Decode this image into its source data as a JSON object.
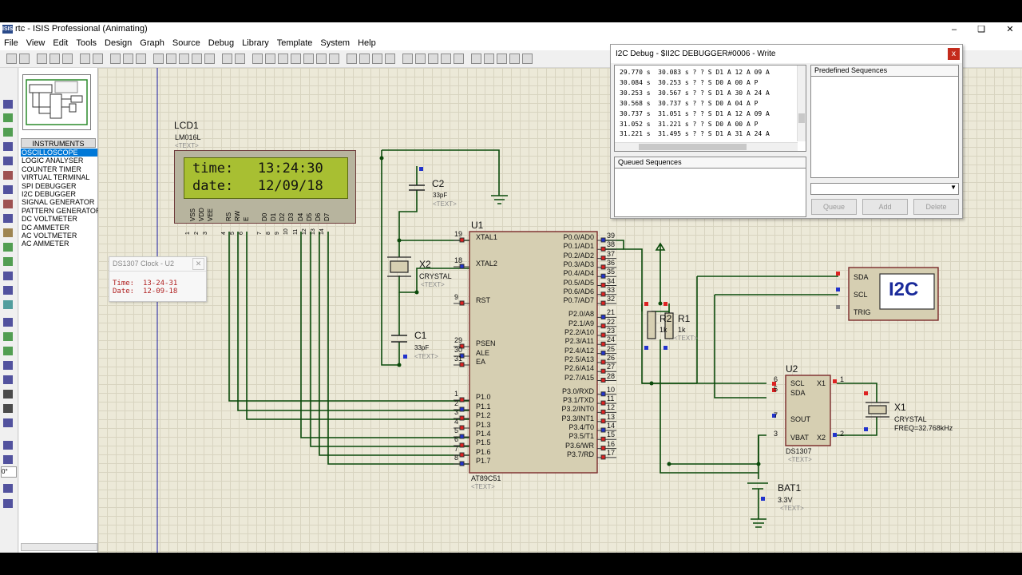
{
  "window": {
    "title": "rtc - ISIS Professional (Animating)",
    "app_icon_text": "ISIS"
  },
  "menu": [
    "File",
    "View",
    "Edit",
    "Tools",
    "Design",
    "Graph",
    "Source",
    "Debug",
    "Library",
    "Template",
    "System",
    "Help"
  ],
  "instruments": {
    "header": "INSTRUMENTS",
    "items": [
      "OSCILLOSCOPE",
      "LOGIC ANALYSER",
      "COUNTER TIMER",
      "VIRTUAL TERMINAL",
      "SPI DEBUGGER",
      "I2C DEBUGGER",
      "SIGNAL GENERATOR",
      "PATTERN GENERATOR",
      "DC VOLTMETER",
      "DC AMMETER",
      "AC VOLTMETER",
      "AC AMMETER"
    ],
    "selected": "OSCILLOSCOPE"
  },
  "rotation_field": "0°",
  "lcd": {
    "ref": "LCD1",
    "part": "LM016L",
    "text_tag": "<TEXT>",
    "line1": "time:   13:24:30",
    "line2": "date:   12/09/18",
    "pins": [
      "VSS",
      "VDD",
      "VEE",
      "RS",
      "RW",
      "E",
      "D0",
      "D1",
      "D2",
      "D3",
      "D4",
      "D5",
      "D6",
      "D7"
    ],
    "pin_numbers": [
      "1",
      "2",
      "3",
      "4",
      "5",
      "6",
      "7",
      "8",
      "9",
      "10",
      "11",
      "12",
      "13",
      "14"
    ]
  },
  "clock_popup": {
    "title": "DS1307 Clock - U2",
    "time_label": "Time:",
    "time": "13-24-31",
    "date_label": "Date:",
    "date": "12-09-18"
  },
  "i2c_debug": {
    "title": "I2C Debug - $II2C DEBUGGER#0006 - Write",
    "close": "x",
    "log": [
      "29.770 s  30.083 s ? ? S D1 A 12 A 09 A",
      "30.084 s  30.253 s ? ? S D0 A 00 A P",
      "30.253 s  30.567 s ? ? S D1 A 30 A 24 A",
      "30.568 s  30.737 s ? ? S D0 A 04 A P",
      "30.737 s  31.051 s ? ? S D1 A 12 A 09 A",
      "31.052 s  31.221 s ? ? S D0 A 00 A P",
      "31.221 s  31.495 s ? ? S D1 A 31 A 24 A"
    ],
    "predefined_header": "Predefined Sequences",
    "queued_header": "Queued Sequences",
    "buttons": {
      "queue": "Queue",
      "add": "Add",
      "delete": "Delete"
    }
  },
  "u1": {
    "ref": "U1",
    "part": "AT89C51",
    "text_tag": "<TEXT>",
    "left_pins": [
      {
        "num": "19",
        "name": "XTAL1"
      },
      {
        "num": "18",
        "name": "XTAL2"
      },
      {
        "num": "9",
        "name": "RST"
      },
      {
        "num": "29",
        "name": "PSEN"
      },
      {
        "num": "30",
        "name": "ALE"
      },
      {
        "num": "31",
        "name": "EA"
      },
      {
        "num": "1",
        "name": "P1.0"
      },
      {
        "num": "2",
        "name": "P1.1"
      },
      {
        "num": "3",
        "name": "P1.2"
      },
      {
        "num": "4",
        "name": "P1.3"
      },
      {
        "num": "5",
        "name": "P1.4"
      },
      {
        "num": "6",
        "name": "P1.5"
      },
      {
        "num": "7",
        "name": "P1.6"
      },
      {
        "num": "8",
        "name": "P1.7"
      }
    ],
    "right_pins": [
      {
        "num": "39",
        "name": "P0.0/AD0"
      },
      {
        "num": "38",
        "name": "P0.1/AD1"
      },
      {
        "num": "37",
        "name": "P0.2/AD2"
      },
      {
        "num": "36",
        "name": "P0.3/AD3"
      },
      {
        "num": "35",
        "name": "P0.4/AD4"
      },
      {
        "num": "34",
        "name": "P0.5/AD5"
      },
      {
        "num": "33",
        "name": "P0.6/AD6"
      },
      {
        "num": "32",
        "name": "P0.7/AD7"
      },
      {
        "num": "21",
        "name": "P2.0/A8"
      },
      {
        "num": "22",
        "name": "P2.1/A9"
      },
      {
        "num": "23",
        "name": "P2.2/A10"
      },
      {
        "num": "24",
        "name": "P2.3/A11"
      },
      {
        "num": "25",
        "name": "P2.4/A12"
      },
      {
        "num": "26",
        "name": "P2.5/A13"
      },
      {
        "num": "27",
        "name": "P2.6/A14"
      },
      {
        "num": "28",
        "name": "P2.7/A15"
      },
      {
        "num": "10",
        "name": "P3.0/RXD"
      },
      {
        "num": "11",
        "name": "P3.1/TXD"
      },
      {
        "num": "12",
        "name": "P3.2/INT0"
      },
      {
        "num": "13",
        "name": "P3.3/INT1"
      },
      {
        "num": "14",
        "name": "P3.4/T0"
      },
      {
        "num": "15",
        "name": "P3.5/T1"
      },
      {
        "num": "16",
        "name": "P3.6/WR"
      },
      {
        "num": "17",
        "name": "P3.7/RD"
      }
    ]
  },
  "components": {
    "c2": {
      "ref": "C2",
      "value": "33pF",
      "text_tag": "<TEXT>"
    },
    "c1": {
      "ref": "C1",
      "value": "33pF",
      "text_tag": "<TEXT>"
    },
    "x2": {
      "ref": "X2",
      "value": "CRYSTAL",
      "text_tag": "<TEXT>"
    },
    "r2": {
      "ref": "R2",
      "value": "1k"
    },
    "r1": {
      "ref": "R1",
      "value": "1k",
      "text_tag": "<TEXT>"
    },
    "i2c_block": {
      "label": "I2C",
      "pins": [
        "SDA",
        "SCL",
        "TRIG"
      ]
    },
    "u2": {
      "ref": "U2",
      "part": "DS1307",
      "text_tag": "<TEXT>",
      "left_pins": [
        {
          "num": "6",
          "name": "SCL"
        },
        {
          "num": "5",
          "name": "SDA"
        },
        {
          "num": "7",
          "name": "SOUT"
        },
        {
          "num": "3",
          "name": "VBAT"
        }
      ],
      "right_pins": [
        {
          "num": "1",
          "name": "X1"
        },
        {
          "num": "2",
          "name": "X2"
        }
      ]
    },
    "x1": {
      "ref": "X1",
      "value": "CRYSTAL",
      "freq": "FREQ=32.768kHz"
    },
    "bat1": {
      "ref": "BAT1",
      "value": "3.3V",
      "text_tag": "<TEXT>"
    }
  }
}
